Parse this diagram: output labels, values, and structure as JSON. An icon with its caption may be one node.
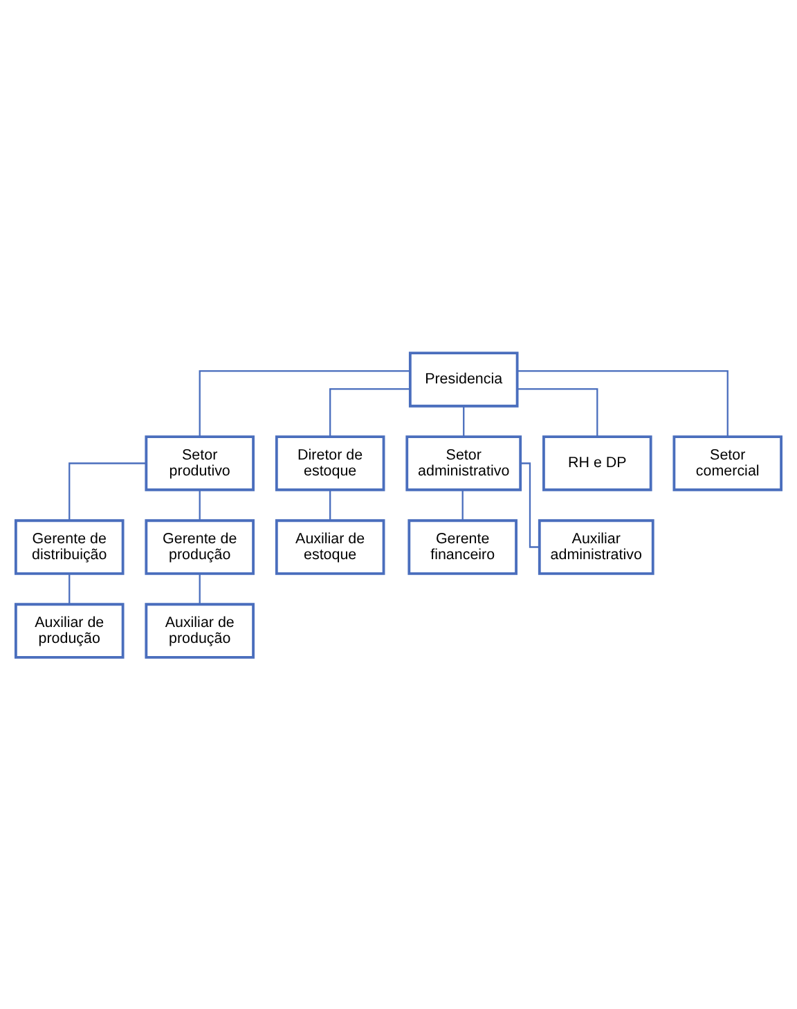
{
  "diagram": {
    "nodes": [
      {
        "text": [
          "Presidencia"
        ]
      },
      {
        "text": [
          "Setor produtivo"
        ]
      },
      {
        "text": [
          "Diretor de estoque"
        ]
      },
      {
        "text": [
          "Gerente de distribuição"
        ]
      },
      {
        "text": [
          "Gerente de produção"
        ]
      },
      {
        "text": [
          "Auxiliar de produção"
        ]
      },
      {
        "text": [
          "Auxiliar de produção"
        ]
      },
      {
        "text": [
          "Auxiliar de estoque"
        ]
      },
      {
        "text": [
          "Setor administrativo"
        ]
      },
      {
        "text": [
          "RH e DP"
        ]
      },
      {
        "text": [
          "Gerente financeiro"
        ]
      },
      {
        "text": [
          "Auxiliar administrativo"
        ]
      },
      {
        "text": [
          "Setor comercial"
        ]
      }
    ],
    "edges": [
      {
        "from": 0,
        "to": 1,
        "arrow": "none"
      },
      {
        "from": 0,
        "to": 2,
        "arrow": "none"
      },
      {
        "from": 1,
        "to": 3,
        "arrow": "none"
      },
      {
        "from": 1,
        "to": 4,
        "arrow": "none"
      },
      {
        "from": 3,
        "to": 5,
        "arrow": "none"
      },
      {
        "from": 4,
        "to": 6,
        "arrow": "none"
      },
      {
        "from": 2,
        "to": 7,
        "arrow": "none"
      },
      {
        "from": 0,
        "to": 8,
        "arrow": "none"
      },
      {
        "from": 0,
        "to": 9,
        "arrow": "none"
      },
      {
        "from": 8,
        "to": 10,
        "arrow": "none"
      },
      {
        "from": 8,
        "to": 11,
        "arrow": "none"
      },
      {
        "from": 0,
        "to": 12,
        "arrow": "none"
      }
    ]
  }
}
